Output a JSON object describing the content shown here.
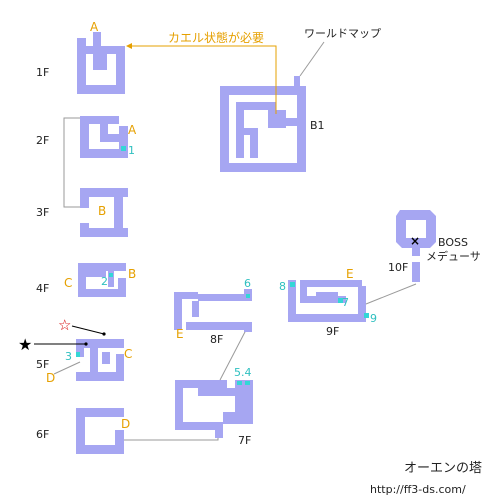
{
  "map": {
    "title": "オーエンの塔",
    "url": "http://ff3-ds.com/",
    "note_frog": "カエル状態が必要",
    "world_map": "ワールドマップ",
    "boss_line1": "BOSS",
    "boss_line2": "メデューサ",
    "floors": [
      "1F",
      "2F",
      "3F",
      "4F",
      "5F",
      "6F",
      "B1",
      "7F",
      "8F",
      "9F",
      "10F"
    ],
    "markers": {
      "A": "A",
      "B": "B",
      "C": "C",
      "D": "D",
      "E": "E",
      "n1": "1",
      "n2": "2",
      "n3": "3",
      "n54": "5.4",
      "n6": "6",
      "n7": "7",
      "n8": "8",
      "n9": "9"
    },
    "symbols": {
      "star_filled": "★",
      "star_outline": "☆",
      "boss_mark": "×"
    },
    "colors": {
      "room": "#a6a6f2",
      "label_orange": "#e6a000",
      "label_teal": "#2fc0c0",
      "stairs": "#33d6d6",
      "line": "#9a9a9a"
    }
  }
}
